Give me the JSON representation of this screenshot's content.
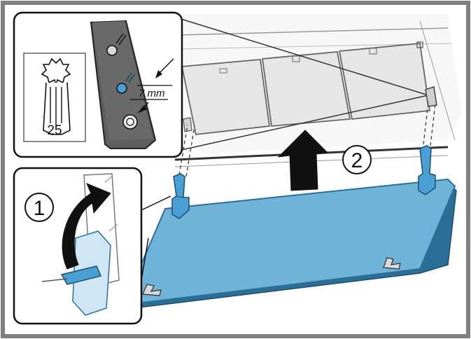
{
  "markers": {
    "step1": "1",
    "step2": "2",
    "dimension": "7 mm",
    "torx_size": "25"
  },
  "colors": {
    "panel_blue": "#6fb3d9",
    "panel_edge": "#2b6f99",
    "screw_blue": "#4a9fd4",
    "frame_gray": "#7a7a7a",
    "filter_gray": "#e6e6e6",
    "bracket_dark": "#5e5e5e",
    "arrow_dark": "#111111"
  }
}
